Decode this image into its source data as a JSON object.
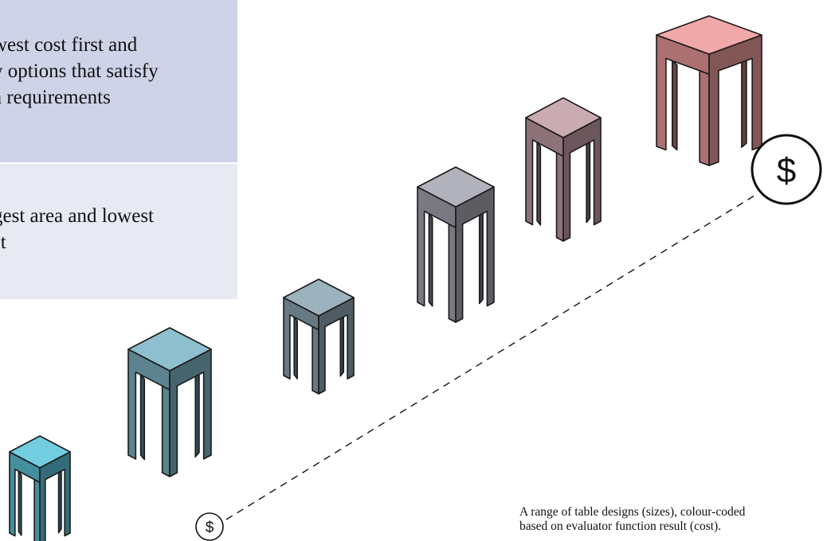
{
  "panels": [
    {
      "text": "west cost first and\ny options that satisfy\na requirements"
    },
    {
      "text": "gest area and lowest\nst"
    }
  ],
  "caption": "A range of table designs (sizes), colour-coded\nbased on evaluator function result (cost).",
  "cost_markers": [
    {
      "symbol": "$",
      "role": "low-cost"
    },
    {
      "symbol": "$",
      "role": "high-cost"
    }
  ],
  "tables": [
    {
      "name": "table-1",
      "color": "#5fc6dc"
    },
    {
      "name": "table-2",
      "color": "#7fb6c8"
    },
    {
      "name": "table-3",
      "color": "#8fa8b6"
    },
    {
      "name": "table-4",
      "color": "#a7a8b4"
    },
    {
      "name": "table-5",
      "color": "#c4a0a8"
    },
    {
      "name": "table-6",
      "color": "#ef9c9c"
    }
  ]
}
